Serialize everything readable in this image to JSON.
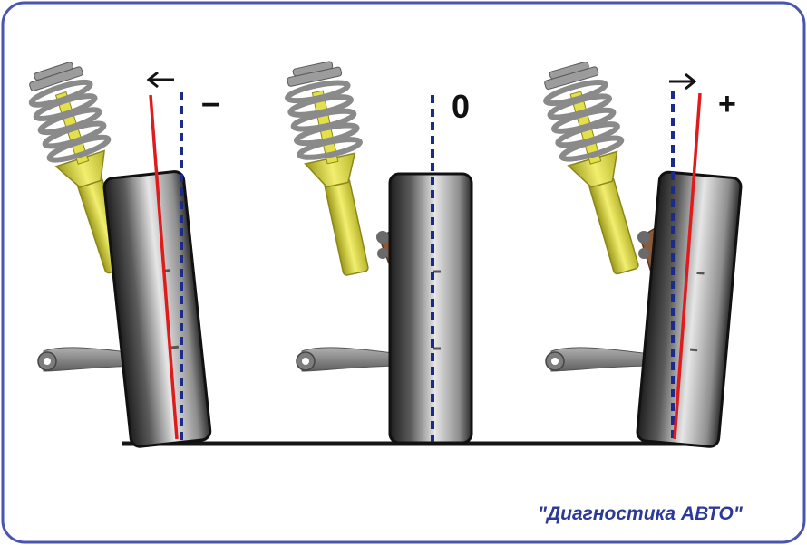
{
  "colors": {
    "frame": "#4a55b0",
    "ground": "#151515",
    "wheel_vertical": "#1c2a8a",
    "wheel_axis": "#e01b1b",
    "strut": "#e3e04a",
    "spring": "#8a8a8a",
    "knuckle": "#8b5a3c",
    "arm": "#7d7d7d",
    "watermark": "#2b3a99"
  },
  "wheels": [
    {
      "sign": "–",
      "camber": "negative",
      "direction_arrow": "left",
      "arrow_icon": "arrow-left-icon"
    },
    {
      "sign": "0",
      "camber": "zero",
      "direction_arrow": "none",
      "arrow_icon": ""
    },
    {
      "sign": "+",
      "camber": "positive",
      "direction_arrow": "right",
      "arrow_icon": "arrow-right-icon"
    }
  ],
  "watermark": "\"Диагностика АВТО\""
}
